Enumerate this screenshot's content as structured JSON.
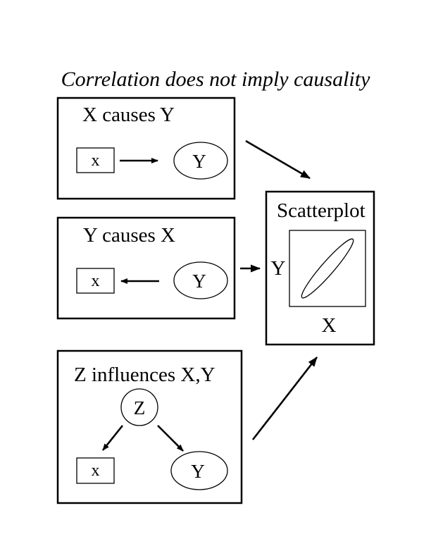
{
  "title": "Correlation does not imply causality",
  "panels": {
    "x_causes_y": {
      "label": "X causes Y",
      "node_x": "x",
      "node_y": "Y"
    },
    "y_causes_x": {
      "label": "Y causes X",
      "node_x": "x",
      "node_y": "Y"
    },
    "z_influences": {
      "label": "Z influences X,Y",
      "node_z": "Z",
      "node_x": "x",
      "node_y": "Y"
    }
  },
  "scatterplot": {
    "label": "Scatterplot",
    "y_axis": "Y",
    "x_axis": "X"
  }
}
